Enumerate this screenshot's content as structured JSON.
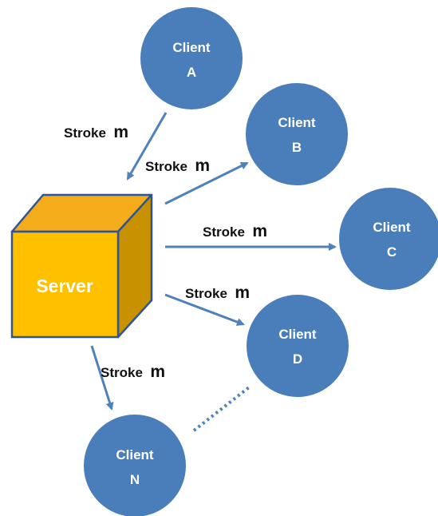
{
  "server": {
    "label": "Server",
    "face_color": "#ffc000",
    "edge_color": "#2f5597"
  },
  "clients": {
    "a": {
      "line1": "Client",
      "line2": "A"
    },
    "b": {
      "line1": "Client",
      "line2": "B"
    },
    "c": {
      "line1": "Client",
      "line2": "C"
    },
    "d": {
      "line1": "Client",
      "line2": "D"
    },
    "n": {
      "line1": "Client",
      "line2": "N"
    }
  },
  "client_color": "#4a7ebb",
  "edges": {
    "a_to_server": {
      "label_word": "Stroke",
      "label_var": "m"
    },
    "server_to_b": {
      "label_word": "Stroke",
      "label_var": "m"
    },
    "server_to_c": {
      "label_word": "Stroke",
      "label_var": "m"
    },
    "server_to_d": {
      "label_word": "Stroke",
      "label_var": "m"
    },
    "server_to_n": {
      "label_word": "Stroke",
      "label_var": "m"
    }
  },
  "arrow_color": "#4f81bd"
}
